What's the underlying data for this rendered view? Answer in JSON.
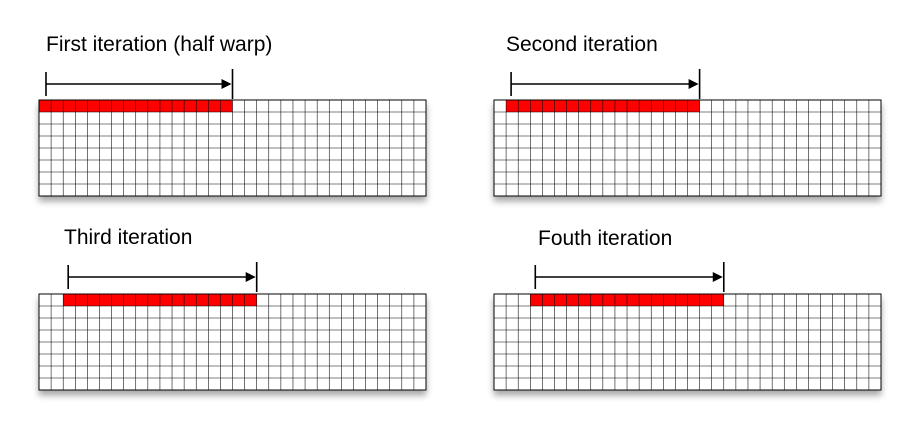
{
  "panels": [
    {
      "title": "First iteration (half warp)",
      "highlight_start_col": 0,
      "highlight_cols": 16
    },
    {
      "title": "Second iteration",
      "highlight_start_col": 1,
      "highlight_cols": 16
    },
    {
      "title": "Third iteration",
      "highlight_start_col": 2,
      "highlight_cols": 16
    },
    {
      "title": "Fouth iteration",
      "highlight_start_col": 3,
      "highlight_cols": 16
    }
  ],
  "grid": {
    "columns": 32,
    "rows": 8
  },
  "colors": {
    "highlight": "#ff0000",
    "grid_line": "#000000",
    "background": "#ffffff",
    "arrow": "#000000"
  }
}
